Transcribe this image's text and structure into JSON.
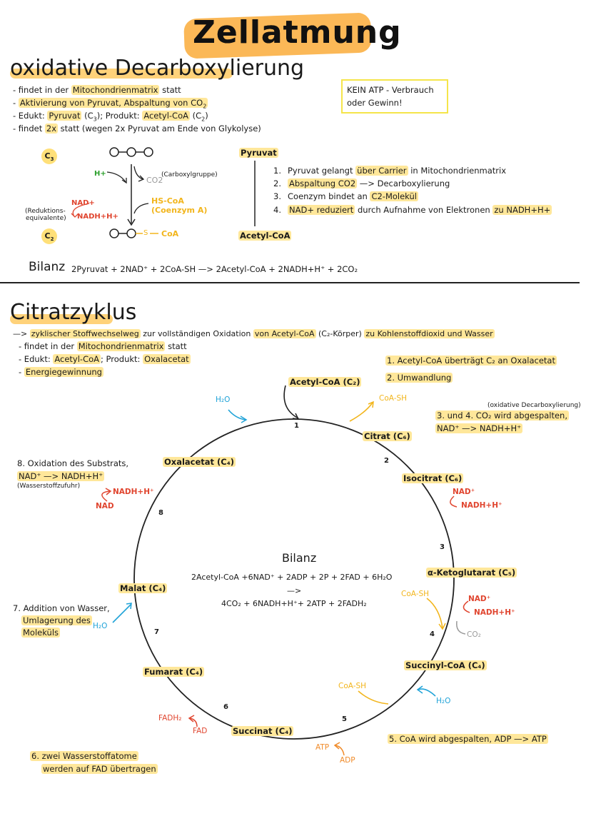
{
  "title": "Zellatmung",
  "oxdec": {
    "heading": "oxidative Decarboxylierung",
    "bullets": [
      {
        "pre": "- findet in der ",
        "hl": "Mitochondrienmatrix",
        "post": " statt"
      },
      {
        "pre": "- ",
        "hl": "Aktivierung von Pyruvat, Abspaltung von CO",
        "sub": "2",
        "post": ""
      },
      {
        "pre": "- Edukt: ",
        "hl": "Pyruvat",
        "mid": " (C",
        "sub": "3",
        "mid2": "); Produkt: ",
        "hl2": "Acetyl-CoA",
        "mid3": " (C",
        "sub2": "2",
        "post": ")"
      },
      {
        "pre": "- findet ",
        "hl": "2x",
        "post": " statt (wegen 2x Pyruvat am Ende von Glykolyse)"
      }
    ],
    "note": "KEIN ATP - Verbrauch oder Gewinn!",
    "note_lines": [
      "KEIN ATP - Verbrauch",
      "oder Gewinn!"
    ],
    "diagram": {
      "c3": "C3",
      "c2": "C2",
      "h_plus": "H+",
      "co2": "CO2",
      "co2_note": "(Carboxylgruppe)",
      "nad": "NAD+",
      "nadh": "NADH+H+",
      "red_equiv": "(Reduktions-",
      "red_equiv2": "equivalente)",
      "hs_coa": "HS-CoA",
      "coenzym": "(Coenzym A)",
      "s_label": "S",
      "coa": "CoA",
      "pyruvat": "Pyruvat",
      "acetyl_coa": "Acetyl-CoA"
    },
    "steps": [
      {
        "num": "1.",
        "text_pre": "Pyruvat gelangt ",
        "hl": "über Carrier",
        "post": " in Mitochondrienmatrix"
      },
      {
        "num": "2.",
        "text_pre": "",
        "hl": "Abspaltung CO2",
        "post": " —> Decarboxylierung"
      },
      {
        "num": "3.",
        "text_pre": "Coenzym bindet an ",
        "hl": "C2-Molekül",
        "post": ""
      },
      {
        "num": "4.",
        "text_pre": "",
        "hl": "NAD+ reduziert",
        "post": " durch Aufnahme von Elektronen ",
        "hl2": "zu NADH+H+"
      }
    ],
    "bilanz_label": "Bilanz",
    "bilanz_eq": "2Pyruvat  +  2NAD⁺  +  2CoA-SH  —>  2Acetyl-CoA  +  2NADH+H⁺  +  2CO₂"
  },
  "citrat": {
    "heading": "Citratzyklus",
    "intro_pre": "—> ",
    "intro_hl": "zyklischer Stoffwechselweg",
    "intro_mid": " zur vollständigen Oxidation ",
    "intro_hl2": "von Acetyl-CoA",
    "intro_mid2": " (C₂-Körper) ",
    "intro_hl3": "zu Kohlenstoffdioxid und Wasser",
    "bullets": [
      {
        "pre": "- findet in der ",
        "hl": "Mitochondrienmatrix",
        "post": " statt"
      },
      {
        "pre": "- Edukt: ",
        "hl": "Acetyl-CoA",
        "mid": "; Produkt: ",
        "hl2": "Oxalacetat",
        "post": ""
      },
      {
        "pre": "- ",
        "hl": "Energiegewinnung",
        "post": ""
      }
    ],
    "right_notes": [
      "1. Acetyl-CoA überträgt C₂ an Oxalacetat",
      "2. Umwandlung"
    ],
    "oxdec_note": "(oxidative Decarboxylierung)",
    "note34a": "3. und 4. CO₂ wird abgespalten,",
    "note34b": "NAD⁺ —> NADH+H⁺",
    "note8a": "8. Oxidation des Substrats,",
    "note8b": "NAD⁺ —> NADH+H⁺",
    "note8c": "(Wasserstoffzufuhr)",
    "note7a": "7. Addition von Wasser,",
    "note7b": "Umlagerung des",
    "note7c": "Moleküls",
    "note5": "5. CoA wird abgespalten, ADP —> ATP",
    "note6a": "6. zwei Wasserstoffatome",
    "note6b": "werden auf FAD übertragen",
    "cycle": {
      "acetyl": "Acetyl-CoA (C₂)",
      "coa_sh1": "CoA-SH",
      "h2o_top": "H₂O",
      "citrat": "Citrat (C₆)",
      "isocitrat": "Isocitrat (C₆)",
      "nad_r": "NAD⁺",
      "nadh_r": "NADH+H⁺",
      "keto": "α-Ketoglutarat (C₅)",
      "coa_sh2": "CoA-SH",
      "nad_r2": "NAD⁺",
      "nadh_r2": "NADH+H⁺",
      "co2_r": "CO₂",
      "succinyl": "Succinyl-CoA (C₄)",
      "coa_sh3": "CoA-SH",
      "h2o_r": "H₂O",
      "succinat": "Succinat (C₄)",
      "atp": "ATP",
      "adp": "ADP",
      "fadh2": "FADH₂",
      "fad": "FAD",
      "fumarat": "Fumarat (C₄)",
      "malat": "Malat (C₄)",
      "h2o_l": "H₂O",
      "oxalacetat": "Oxalacetat (C₄)",
      "nadh_l": "NADH+H⁺",
      "nad_l": "NAD",
      "nums": [
        "1",
        "2",
        "3",
        "4",
        "5",
        "6",
        "7",
        "8"
      ]
    },
    "bilanz_label": "Bilanz",
    "bilanz_l1": "2Acetyl-CoA  +6NAD⁺ +  2ADP  +  2P  +  2FAD  +  6H₂O",
    "bilanz_arrow": "—>",
    "bilanz_l2": "4CO₂ +  6NADH+H⁺+  2ATP  +  2FADH₂"
  }
}
